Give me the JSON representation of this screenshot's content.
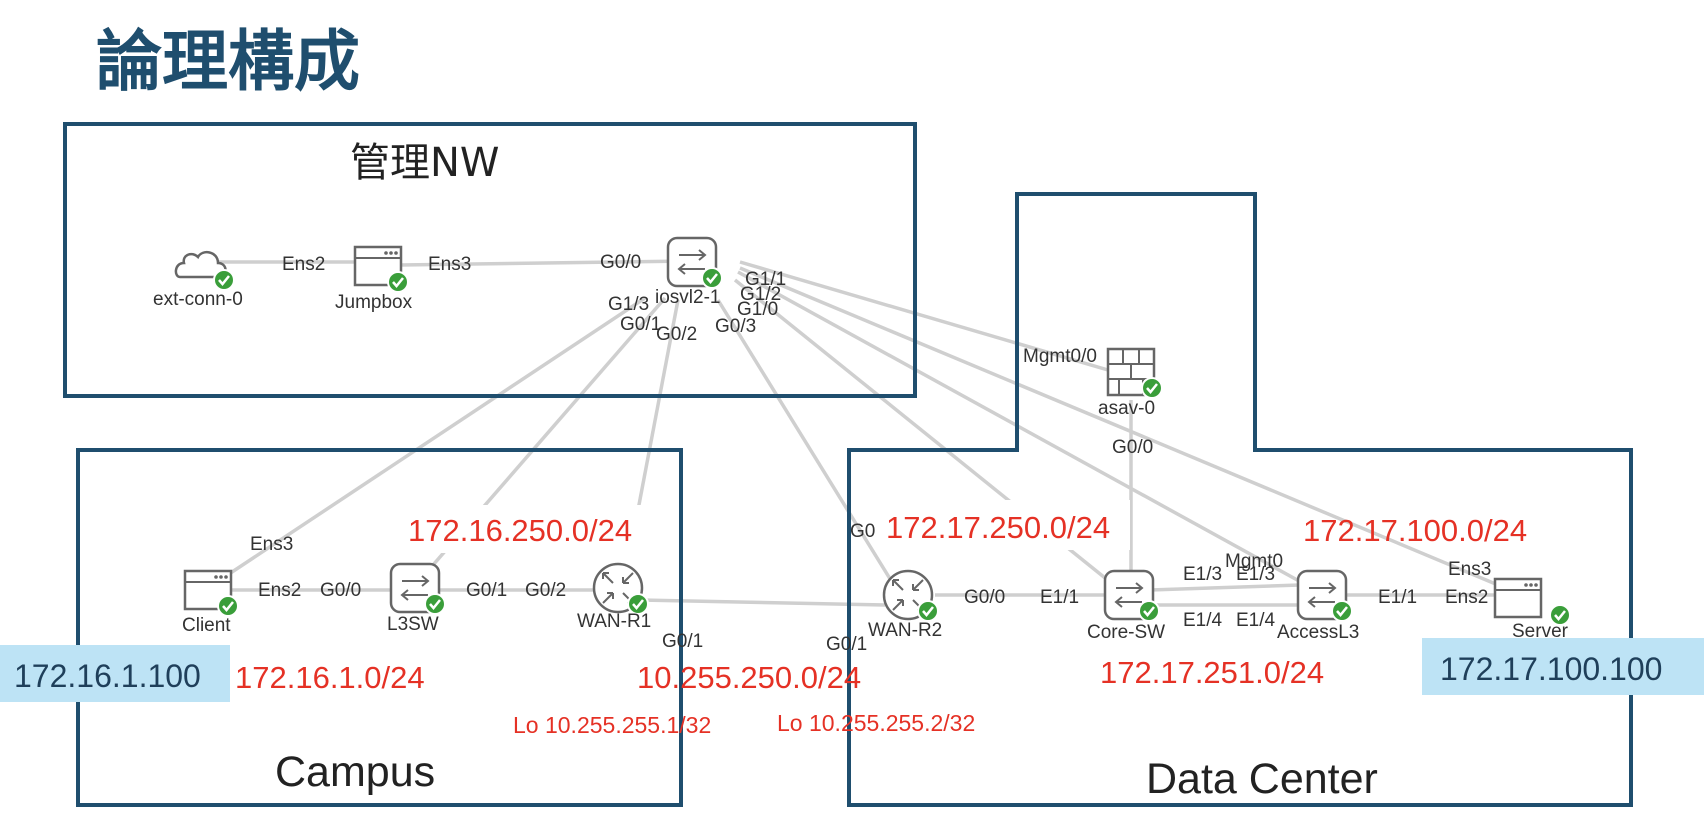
{
  "title": "論理構成",
  "regions": {
    "mgmt": "管理NW",
    "campus": "Campus",
    "dc": "Data Center"
  },
  "devices": {
    "ext_conn": "ext-conn-0",
    "jumpbox": "Jumpbox",
    "iosvl2": "iosvl2-1",
    "asav": "asav-0",
    "client": "Client",
    "l3sw": "L3SW",
    "wan_r1": "WAN-R1",
    "wan_r2": "WAN-R2",
    "core_sw": "Core-SW",
    "access_l3": "AccessL3",
    "server": "Server"
  },
  "ports": {
    "ext_ens2": "Ens2",
    "jb_ens3": "Ens3",
    "sw_g00": "G0/0",
    "sw_g11": "G1/1",
    "sw_g12": "G1/2",
    "sw_g10": "G1/0",
    "sw_g13": "G1/3",
    "sw_g01": "G0/1",
    "sw_g02": "G0/2",
    "sw_g03": "G0/3",
    "asa_mgmt": "Mgmt0/0",
    "asa_g00": "G0/0",
    "client_ens3": "Ens3",
    "client_ens2": "Ens2",
    "l3sw_g00": "G0/0",
    "l3sw_g01": "G0/1",
    "r1_g02": "G0/2",
    "r1_g01": "G0/1",
    "r2_g01": "G0/1",
    "r2_g0_partial": "G0",
    "r2_g00": "G0/0",
    "core_e11": "E1/1",
    "core_e13": "E1/3",
    "core_e14": "E1/4",
    "acc_e13": "E1/3",
    "acc_e14": "E1/4",
    "acc_mgmt": "Mgmt0",
    "acc_e11": "E1/1",
    "srv_ens2": "Ens2",
    "srv_ens3": "Ens3"
  },
  "subnets": {
    "campus_mgmt": "172.16.250.0/24",
    "campus_lan": "172.16.1.0/24",
    "wan": "10.255.250.0/24",
    "dc_mgmt": "172.17.250.0/24",
    "dc_server": "172.17.100.0/24",
    "dc_core": "172.17.251.0/24"
  },
  "loopbacks": {
    "r1": "Lo 10.255.255.1/32",
    "r2": "Lo 10.255.255.2/32"
  },
  "hosts": {
    "client_ip": "172.16.1.100",
    "server_ip": "172.17.100.100"
  },
  "colors": {
    "accent": "#1f4e6e",
    "subnet_red": "#e53125",
    "host_highlight": "#bde3f5",
    "status_ok": "#3a9e3a",
    "link_gray": "#cfcfcf"
  }
}
